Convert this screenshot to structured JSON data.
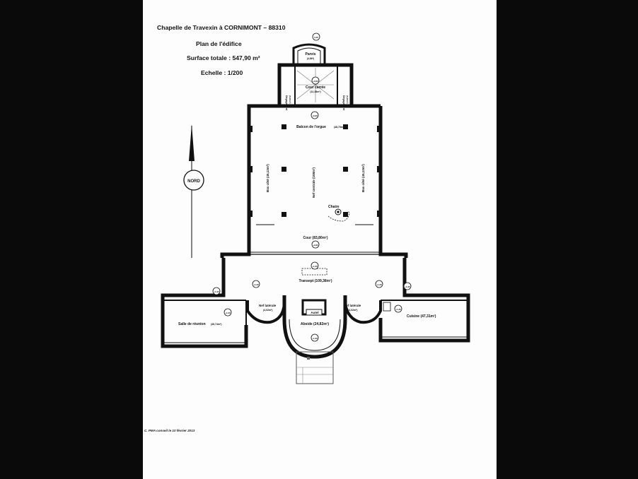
{
  "header": {
    "title": "Chapelle de Travexin à CORNIMONT – 88310",
    "subtitle": "Plan de l'édifice",
    "surface": "Surface totale : 547,90 m²",
    "scale": "Echelle : 1/200"
  },
  "credit": "C. PMA conseil le 10 février 2013",
  "compass": {
    "label": "NORD"
  },
  "rooms": {
    "parvis": "Parvis",
    "parvis_area": "(4,86²)",
    "cour_carree": "Cour carrée",
    "cour_carree_area": "(12,28m²)",
    "degagement_left": "Dégagement",
    "degagement_left_area": "(5,06m²)",
    "degagement_right": "Dégagement",
    "degagement_right_area": "(5,45m²)",
    "balcon": "Balcon de l'orgue",
    "balcon_area": "(48,75m²)",
    "bas_cote_left": "Bas côté (45,13m²)",
    "nef_centrale": "Nef centrale (108m²)",
    "bas_cote_right": "Bas côté (45,13m²)",
    "chaire": "Chaire",
    "cour": "Cour (83,80m²)",
    "transept": "Transept (109,38m²)",
    "salle_reunion": "Salle de réunion",
    "salle_reunion_area": "(46,74m²)",
    "nef_laterale_left": "Nef latérale",
    "nef_laterale_left_area": "(4,02m²)",
    "autel": "Autel",
    "abside": "Abside (24,82m²)",
    "nef_laterale_right": "Nef latérale",
    "nef_laterale_right_area": "(4,02m²)",
    "cuisine": "Cuisine (47,31m²)"
  },
  "levels": {
    "parvis_top": "0,00",
    "cour_carree": "+0,00",
    "nef_entry": "+0,65",
    "cour": "+0,65",
    "transept": "+1,20",
    "transept_left": "+1,20",
    "transept_right": "+1,20",
    "salle_door": "+1,20",
    "salle_reunion": "+1,20",
    "cuisine_door": "+1,20",
    "cuisine": "+1,20",
    "abside": "+1,30"
  }
}
